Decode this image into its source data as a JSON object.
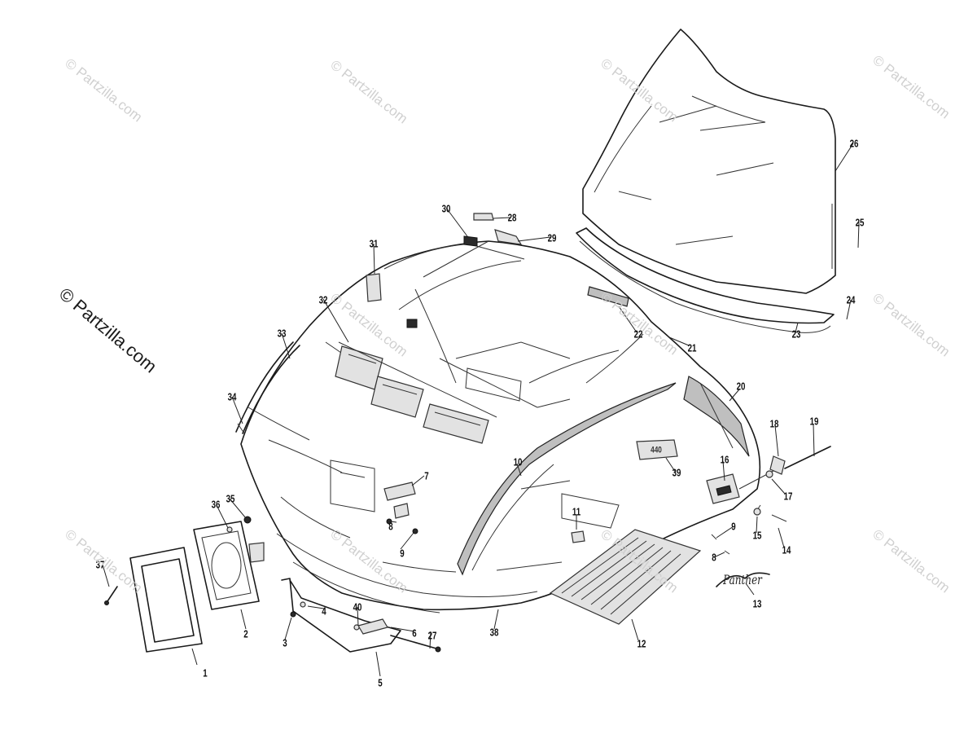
{
  "watermark": {
    "text": "© Partzilla.com"
  },
  "callouts": [
    {
      "id": "1",
      "label": "1"
    },
    {
      "id": "2",
      "label": "2"
    },
    {
      "id": "3",
      "label": "3"
    },
    {
      "id": "4",
      "label": "4"
    },
    {
      "id": "5",
      "label": "5"
    },
    {
      "id": "6",
      "label": "6"
    },
    {
      "id": "7",
      "label": "7"
    },
    {
      "id": "8a",
      "label": "8"
    },
    {
      "id": "9a",
      "label": "9"
    },
    {
      "id": "10",
      "label": "10"
    },
    {
      "id": "11",
      "label": "11"
    },
    {
      "id": "12",
      "label": "12"
    },
    {
      "id": "13",
      "label": "13"
    },
    {
      "id": "14",
      "label": "14"
    },
    {
      "id": "15",
      "label": "15"
    },
    {
      "id": "16",
      "label": "16"
    },
    {
      "id": "17",
      "label": "17"
    },
    {
      "id": "18",
      "label": "18"
    },
    {
      "id": "19",
      "label": "19"
    },
    {
      "id": "20",
      "label": "20"
    },
    {
      "id": "21",
      "label": "21"
    },
    {
      "id": "22",
      "label": "22"
    },
    {
      "id": "23",
      "label": "23"
    },
    {
      "id": "24",
      "label": "24"
    },
    {
      "id": "25",
      "label": "25"
    },
    {
      "id": "26",
      "label": "26"
    },
    {
      "id": "27",
      "label": "27"
    },
    {
      "id": "28",
      "label": "28"
    },
    {
      "id": "29",
      "label": "29"
    },
    {
      "id": "30",
      "label": "30"
    },
    {
      "id": "31",
      "label": "31"
    },
    {
      "id": "32",
      "label": "32"
    },
    {
      "id": "33",
      "label": "33"
    },
    {
      "id": "34",
      "label": "34"
    },
    {
      "id": "35",
      "label": "35"
    },
    {
      "id": "36",
      "label": "36"
    },
    {
      "id": "37",
      "label": "37"
    },
    {
      "id": "38",
      "label": "38"
    },
    {
      "id": "39",
      "label": "39"
    },
    {
      "id": "40",
      "label": "40"
    },
    {
      "id": "8b",
      "label": "8"
    },
    {
      "id": "9b",
      "label": "9"
    }
  ],
  "decals": {
    "model": "440",
    "script": "Panther"
  }
}
